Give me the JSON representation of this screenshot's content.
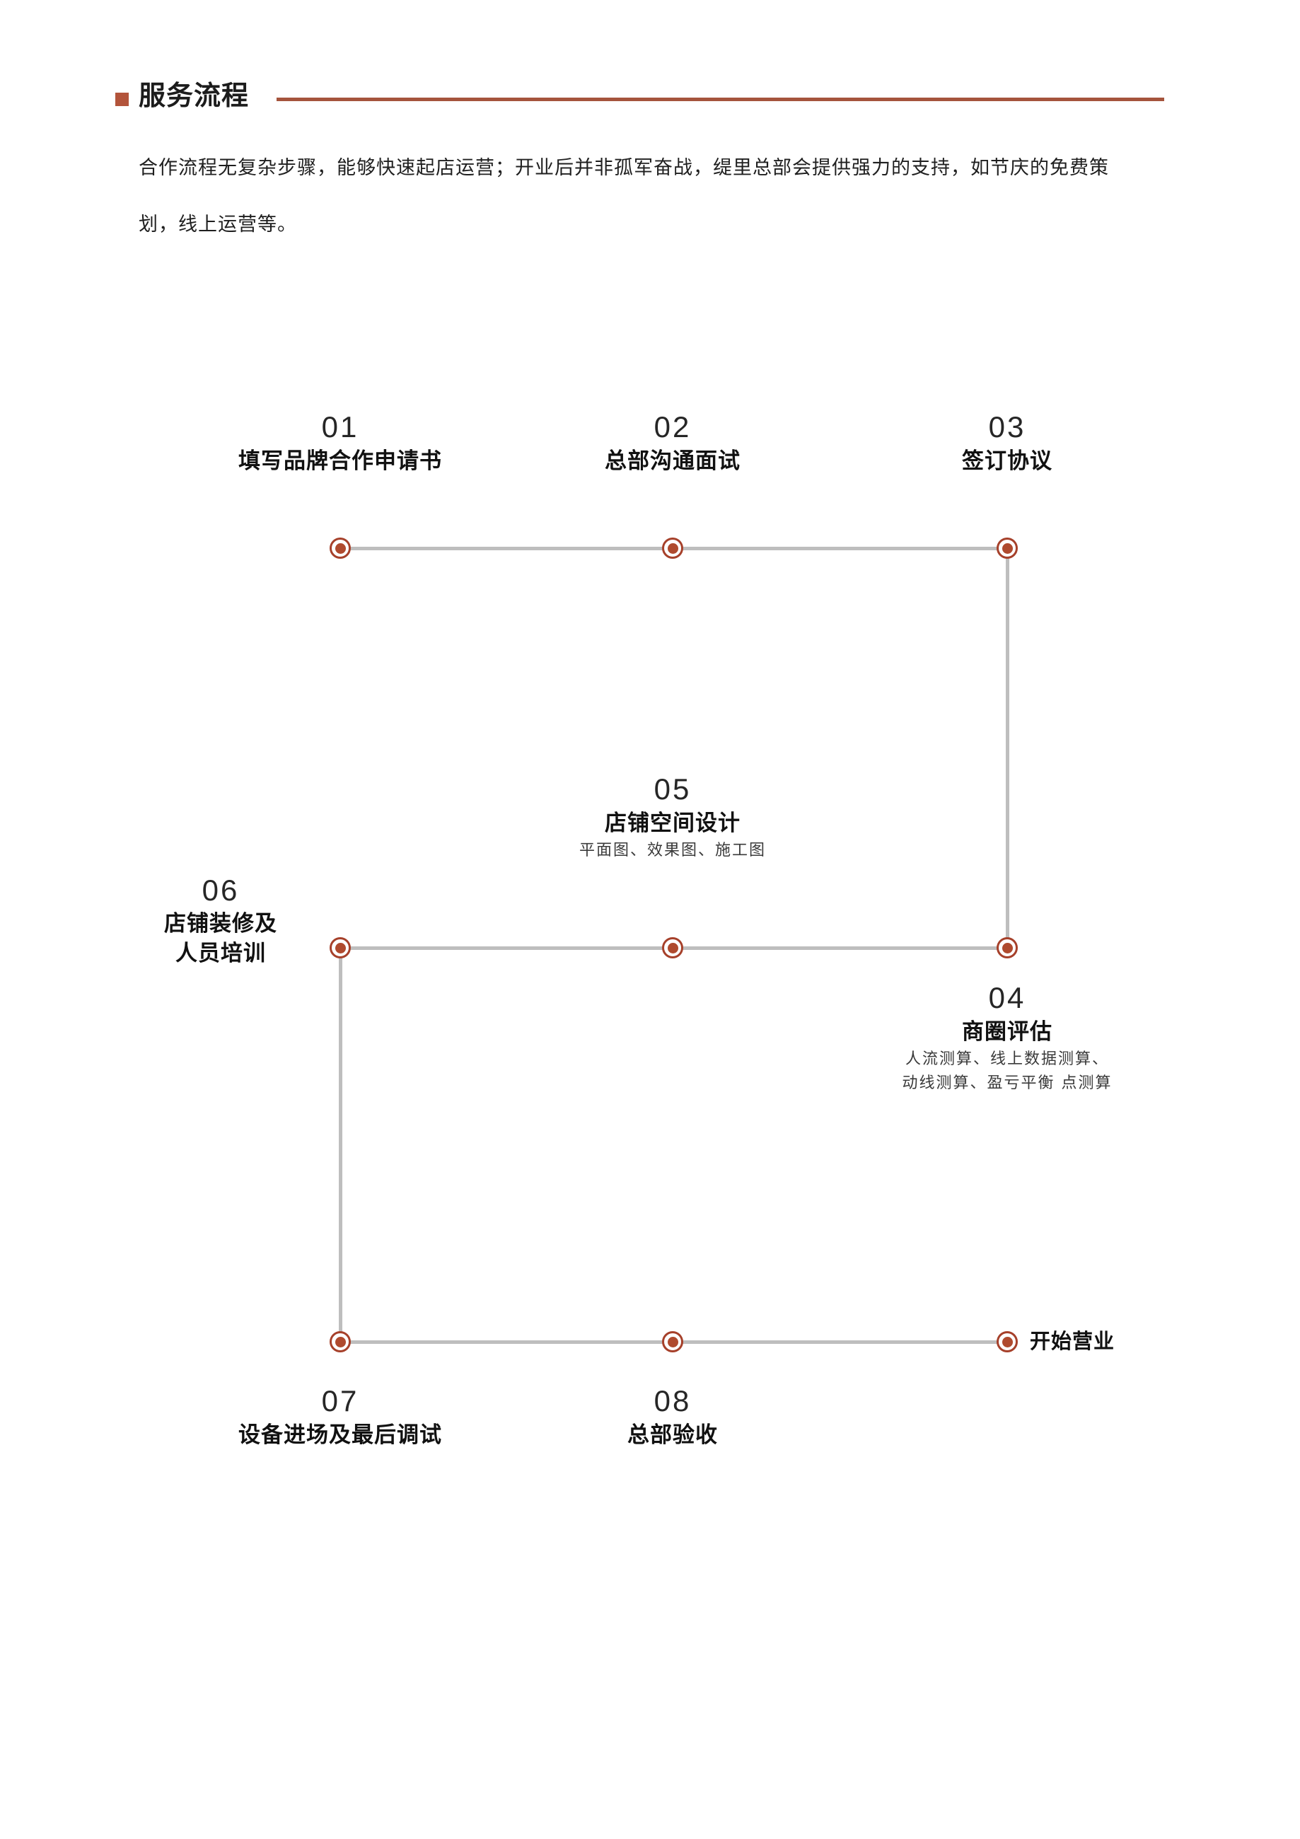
{
  "header": {
    "title": "服务流程",
    "bullet_icon": "square-bullet-icon",
    "accent_color": "#A5543C"
  },
  "intro": {
    "paragraph": "合作流程无复杂步骤，能够快速起店运营；开业后并非孤军奋战，缇里总部会提供强力的支持，如节庆的免费策划，线上运营等。"
  },
  "timeline": {
    "node_color": "#AF4A2E",
    "connector_color": "#BEBEBE",
    "steps": [
      {
        "num": "01",
        "title": "填写品牌合作申请书",
        "sub": ""
      },
      {
        "num": "02",
        "title": "总部沟通面试",
        "sub": ""
      },
      {
        "num": "03",
        "title": "签订协议",
        "sub": ""
      },
      {
        "num": "04",
        "title": "商圈评估",
        "sub_line1": "人流测算、线上数据测算、",
        "sub_line2": "动线测算、盈亏平衡 点测算"
      },
      {
        "num": "05",
        "title": "店铺空间设计",
        "sub": "平面图、效果图、施工图"
      },
      {
        "num": "06",
        "title_line1": "店铺装修及",
        "title_line2": "人员培训"
      },
      {
        "num": "07",
        "title": "设备进场及最后调试",
        "sub": ""
      },
      {
        "num": "08",
        "title": "总部验收",
        "sub": ""
      }
    ],
    "end_label": "开始营业"
  }
}
